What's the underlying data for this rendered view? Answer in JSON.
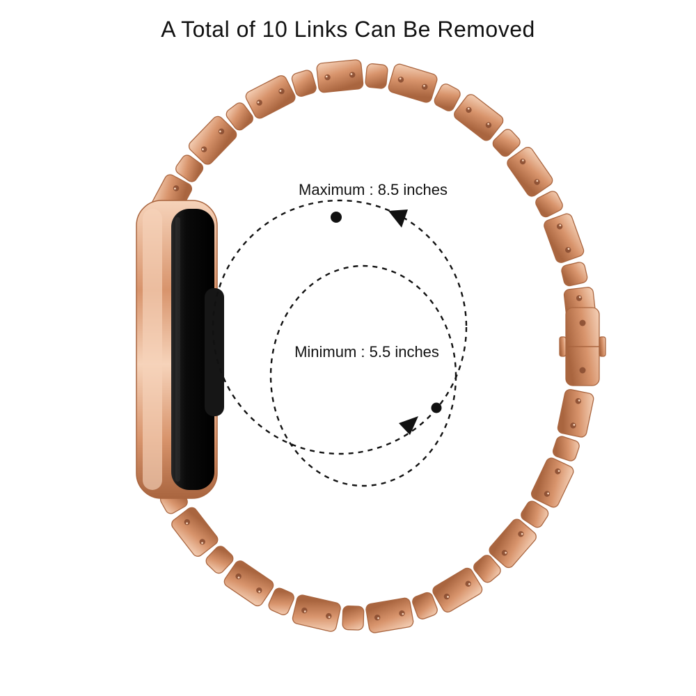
{
  "title": "A Total of 10 Links Can Be Removed",
  "annotations": {
    "maximum_label": "Maximum : 8.5 inches",
    "minimum_label": "Minimum : 5.5 inches"
  },
  "colors": {
    "rose_gold_light": "#f6d3ba",
    "rose_gold": "#d8946c",
    "rose_gold_dark": "#a9653f",
    "screw": "#8a4e32",
    "screen_black": "#0a0a0a",
    "ink": "#111111",
    "background": "#ffffff"
  }
}
